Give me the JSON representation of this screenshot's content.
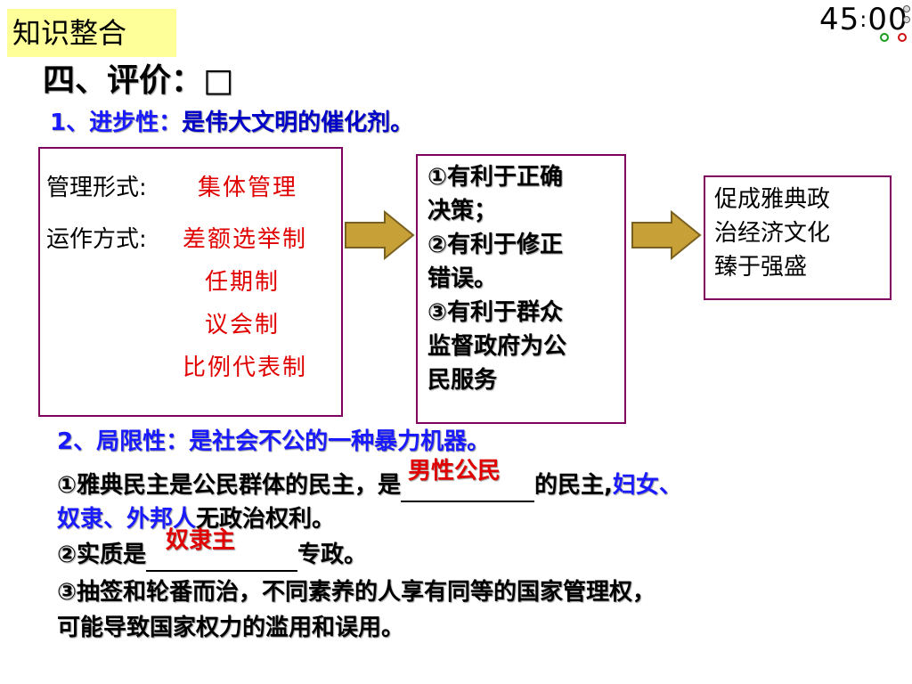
{
  "badge": {
    "label": "知识整合",
    "bg": "#ffff99"
  },
  "timer": {
    "minutes": "45",
    "sep": ":",
    "seconds": "00"
  },
  "heading": "四、评价：□",
  "progress": {
    "prefix": "1、进步性：",
    "text": "是伟大文明的催化剂。"
  },
  "box1": {
    "mgmt_label": "管理形式:",
    "mgmt_value": "集体管理",
    "op_label": "运作方式:",
    "op_values": [
      "差额选举制",
      "任期制",
      "议会制",
      "比例代表制"
    ]
  },
  "box2": {
    "lines": [
      "①有利于正确",
      "决策；",
      "②有利于修正",
      "错误。",
      "③有利于群众",
      "监督政府为公",
      "民服务"
    ]
  },
  "box3": {
    "lines": [
      "促成雅典政",
      "治经济文化",
      "臻于强盛"
    ]
  },
  "limitation": {
    "prefix": "2、局限性：",
    "text": "是社会不公的一种暴力机器。"
  },
  "point1": {
    "pre": "①雅典民主是公民群体的民主，是",
    "answer": "男性公民",
    "post": "的民主,",
    "blue1": "妇女、",
    "blue2": "奴隶、外邦人",
    "tail": "无政治权利。"
  },
  "point2": {
    "pre": "②实质是",
    "answer": "奴隶主",
    "post": "专政。"
  },
  "point3": {
    "line1": "③抽签和轮番而治，不同素养的人享有同等的国家管理权，",
    "line2": "可能导致国家权力的滥用和误用。"
  },
  "colors": {
    "border": "#800060",
    "answer_red": "#e00000",
    "blue": "#1a1aff",
    "arrow_fill": "#c8a038"
  }
}
